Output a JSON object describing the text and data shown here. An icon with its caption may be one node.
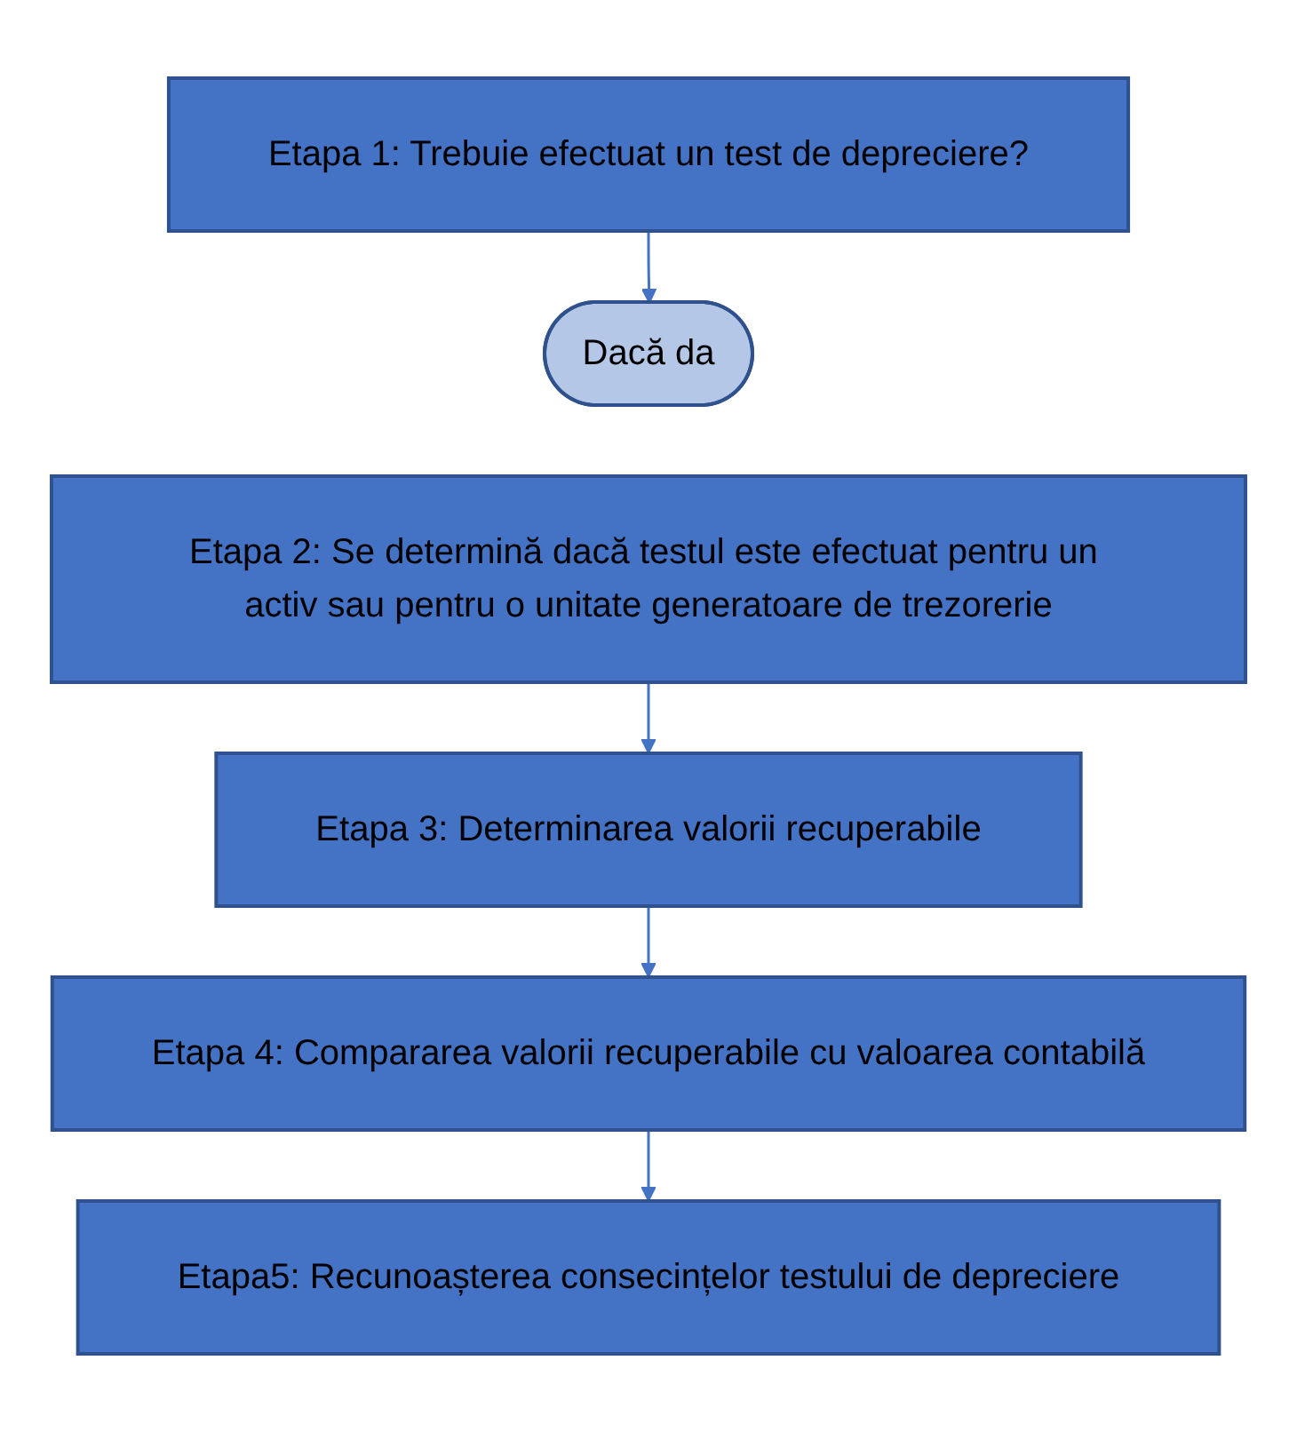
{
  "diagram": {
    "nodes": [
      {
        "text": [
          "Etapa 1: Trebuie efectuat un test de depreciere?"
        ]
      },
      {
        "text": [
          "Dacă da"
        ]
      },
      {
        "text": [
          "Etapa 2: Se determină dacă testul este efectuat pentru un activ sau pentru o unitate generatoare de trezorerie"
        ]
      },
      {
        "text": [
          "Etapa 3: Determinarea valorii recuperabile"
        ]
      },
      {
        "text": [
          "Etapa 4: Compararea valorii recuperabile cu valoarea contabilă"
        ]
      },
      {
        "text": [
          "Etapa5: Recunoașterea consecințelor testului de depreciere"
        ]
      }
    ],
    "edges": [
      {
        "from": 0,
        "to": 1,
        "arrow": "to"
      },
      {
        "from": 2,
        "to": 3,
        "arrow": "to"
      },
      {
        "from": 3,
        "to": 4,
        "arrow": "to"
      },
      {
        "from": 4,
        "to": 5,
        "arrow": "to"
      }
    ]
  }
}
